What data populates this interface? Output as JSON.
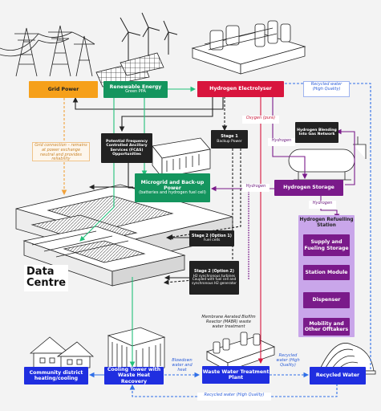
{
  "colors": {
    "grid": "#f6a01a",
    "renewable": "#14955e",
    "hydrogen": "#d8153d",
    "storage": "#7a1a8a",
    "water": "#1f2ee0",
    "stage": "#222222",
    "refuelling_panel": "#c9a6ea"
  },
  "nodes": {
    "grid_power": {
      "title": "Grid Power"
    },
    "renewable": {
      "title": "Renewable Energy",
      "subtitle": "Green PPA"
    },
    "electrolyser": {
      "title": "Hydrogen Electrolyser"
    },
    "pfca": {
      "title": "Potential Frequency Controlled Ancillary Services (FCAS) Opportunities"
    },
    "stage1": {
      "title": "Stage 1",
      "subtitle": "Backup Power"
    },
    "h2_blending": {
      "title": "Hydrogen Blending Into Gas Network"
    },
    "microgrid": {
      "title": "Microgrid and Back-up Power",
      "subtitle": "(batteries and hydrogen fuel cell)"
    },
    "h2_storage": {
      "title": "Hydrogen Storage"
    },
    "refuelling": {
      "title": "Hydrogen Refuelling Station"
    },
    "supply": {
      "title": "Supply and Fueling Storage"
    },
    "station_module": {
      "title": "Station Module"
    },
    "dispenser": {
      "title": "Dispenser"
    },
    "mobility": {
      "title": "Mobility and Other Offtakers"
    },
    "stage2_opt1": {
      "title": "Stage 2 (Option 1)",
      "subtitle": "Fuel cells"
    },
    "stage2_opt2": {
      "title": "Stage 2 (Option 2)",
      "subtitle": "H2 synchronous turbines Coupled with fuel cell and synchronous H2 generator"
    },
    "community": {
      "title": "Community district heating/cooling"
    },
    "cooling_tower": {
      "title": "Cooling Tower with Waste Heat Recovery"
    },
    "wwtp": {
      "title": "Waste Water Treatment Plant"
    },
    "recycled": {
      "title": "Recycled Water"
    }
  },
  "labels": {
    "recycled_water_top": "Recycled water (High Quality)",
    "oxygen": "Oxygen (pure)",
    "hydrogen_1": "Hydrogen",
    "hydrogen_2": "Hydrogen",
    "hydrogen_3": "Hydrogen",
    "grid_connection": "Grid connection – remains at power exchange neutral and provides reliability",
    "data_centre_line1": "Data",
    "data_centre_line2": "Centre",
    "mabr": "Membrane Aerated Biofilm Reactor (MABR) waste water treatment",
    "blowdown": "Blowdown water and heat",
    "recycled_water_mid": "Recycled water (High Quality)",
    "recycled_water_bottom": "Recycled water (High Quality)"
  }
}
